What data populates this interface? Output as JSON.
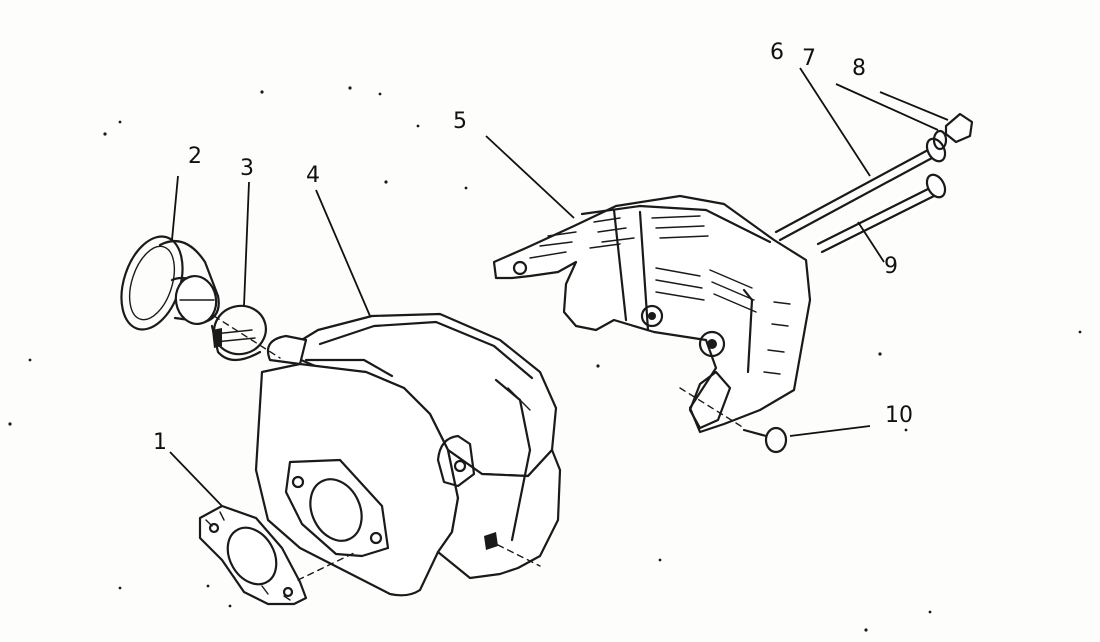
{
  "callouts": {
    "c1": "1",
    "c2": "2",
    "c3": "3",
    "c4": "4",
    "c5": "5",
    "c6": "6",
    "c7": "7",
    "c8": "8",
    "c9": "9",
    "c10": "10"
  },
  "line_color": "#1a1a1a",
  "background_color": "#fdfdfb"
}
